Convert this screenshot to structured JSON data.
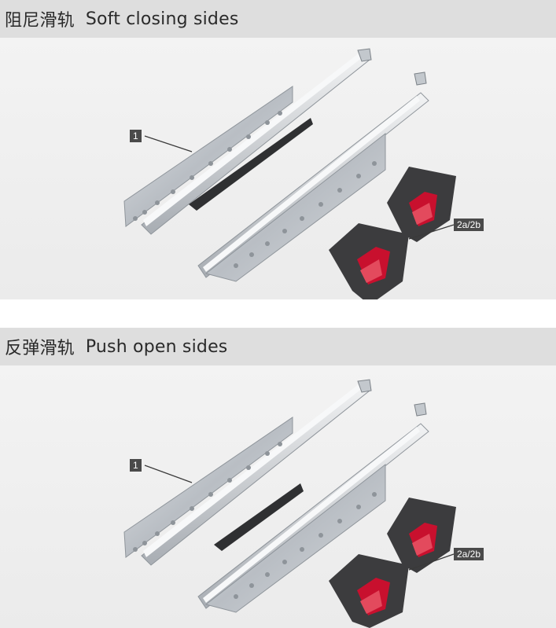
{
  "sections": [
    {
      "title_cn": "阻尼滑轨",
      "title_en": "Soft closing sides",
      "callout_rail": "1",
      "callout_parts": "2a/2b"
    },
    {
      "title_cn": "反弹滑轨",
      "title_en": "Push open sides",
      "callout_rail": "1",
      "callout_parts": "2a/2b"
    }
  ],
  "colors": {
    "header_bg": "#dedede",
    "panel_bg": "#eeeeee",
    "metal": "#c9cdd2",
    "part_dark": "#3c3c3e",
    "part_red": "#c8102e"
  }
}
